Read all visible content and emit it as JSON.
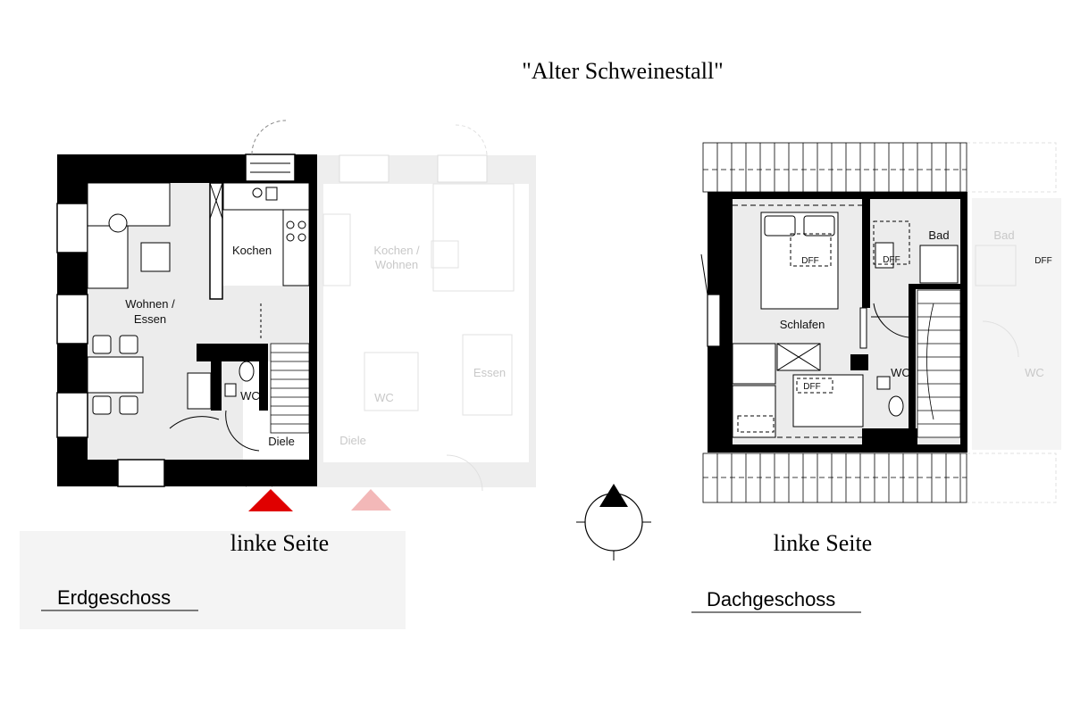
{
  "title": "\"Alter Schweinestall\"",
  "side_label_ground": "linke Seite",
  "side_label_attic": "linke Seite",
  "ground_floor": {
    "name": "Erdgeschoss",
    "rooms": {
      "kitchen": "Kochen",
      "living": "Wohnen /",
      "living2": "Essen",
      "wc": "WC",
      "hall": "Diele"
    },
    "ghost_rooms": {
      "kitchen": "Kochen /",
      "kitchen2": "Wohnen",
      "dining": "Essen",
      "wc": "WC",
      "hall": "Diele"
    }
  },
  "attic": {
    "name": "Dachgeschoss",
    "rooms": {
      "bedroom": "Schlafen",
      "bath": "Bad",
      "wc": "WC",
      "dff1": "DFF",
      "dff2": "DFF",
      "dff3": "DFF"
    },
    "ghost_rooms": {
      "bath": "Bad",
      "wc": "WC",
      "dff": "DFF"
    }
  },
  "colors": {
    "wall": "#000000",
    "ghost": "#e6e6e6",
    "entrance": "#e00000",
    "floor": "#ececec"
  }
}
